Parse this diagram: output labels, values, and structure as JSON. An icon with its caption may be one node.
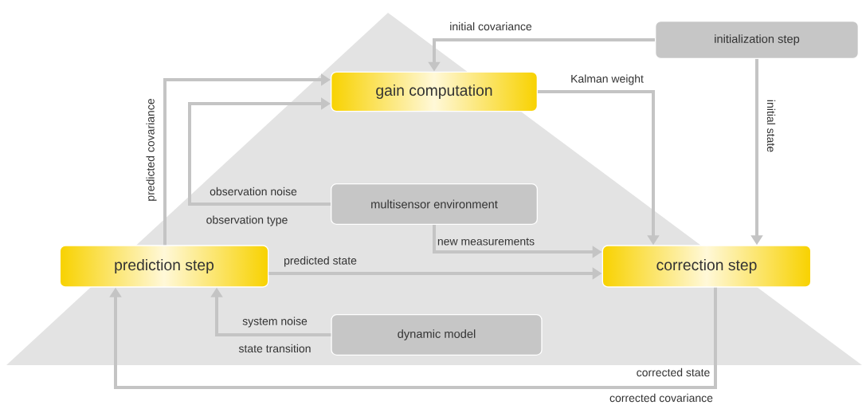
{
  "diagram": {
    "nodes": [
      {
        "text": [
          "initialization step"
        ]
      },
      {
        "text": [
          "gain computation"
        ]
      },
      {
        "text": [
          "multisensor environment"
        ]
      },
      {
        "text": [
          "prediction step"
        ]
      },
      {
        "text": [
          "correction step"
        ]
      },
      {
        "text": [
          "dynamic model"
        ]
      }
    ],
    "edges": [
      {
        "from": 0,
        "to": 1,
        "arrow": "to",
        "label": "initial covariance"
      },
      {
        "from": 0,
        "to": 4,
        "arrow": "to",
        "label": "initial state"
      },
      {
        "from": 1,
        "to": 4,
        "arrow": "to",
        "label": "Kalman weight"
      },
      {
        "from": 3,
        "to": 1,
        "arrow": "to",
        "label": "predicted covariance"
      },
      {
        "from": 2,
        "to": 1,
        "arrow": "to",
        "label": "observation noise"
      },
      {
        "from": 2,
        "to": 4,
        "arrow": "to",
        "label": "new measurements"
      },
      {
        "from": 3,
        "to": 4,
        "arrow": "to",
        "label": "predicted state"
      },
      {
        "from": 5,
        "to": 3,
        "arrow": "to",
        "label": "system noise"
      },
      {
        "from": 4,
        "to": 3,
        "arrow": "to",
        "label": "corrected state"
      }
    ],
    "labels": [
      "observation type",
      "state transition",
      "corrected covariance"
    ]
  }
}
